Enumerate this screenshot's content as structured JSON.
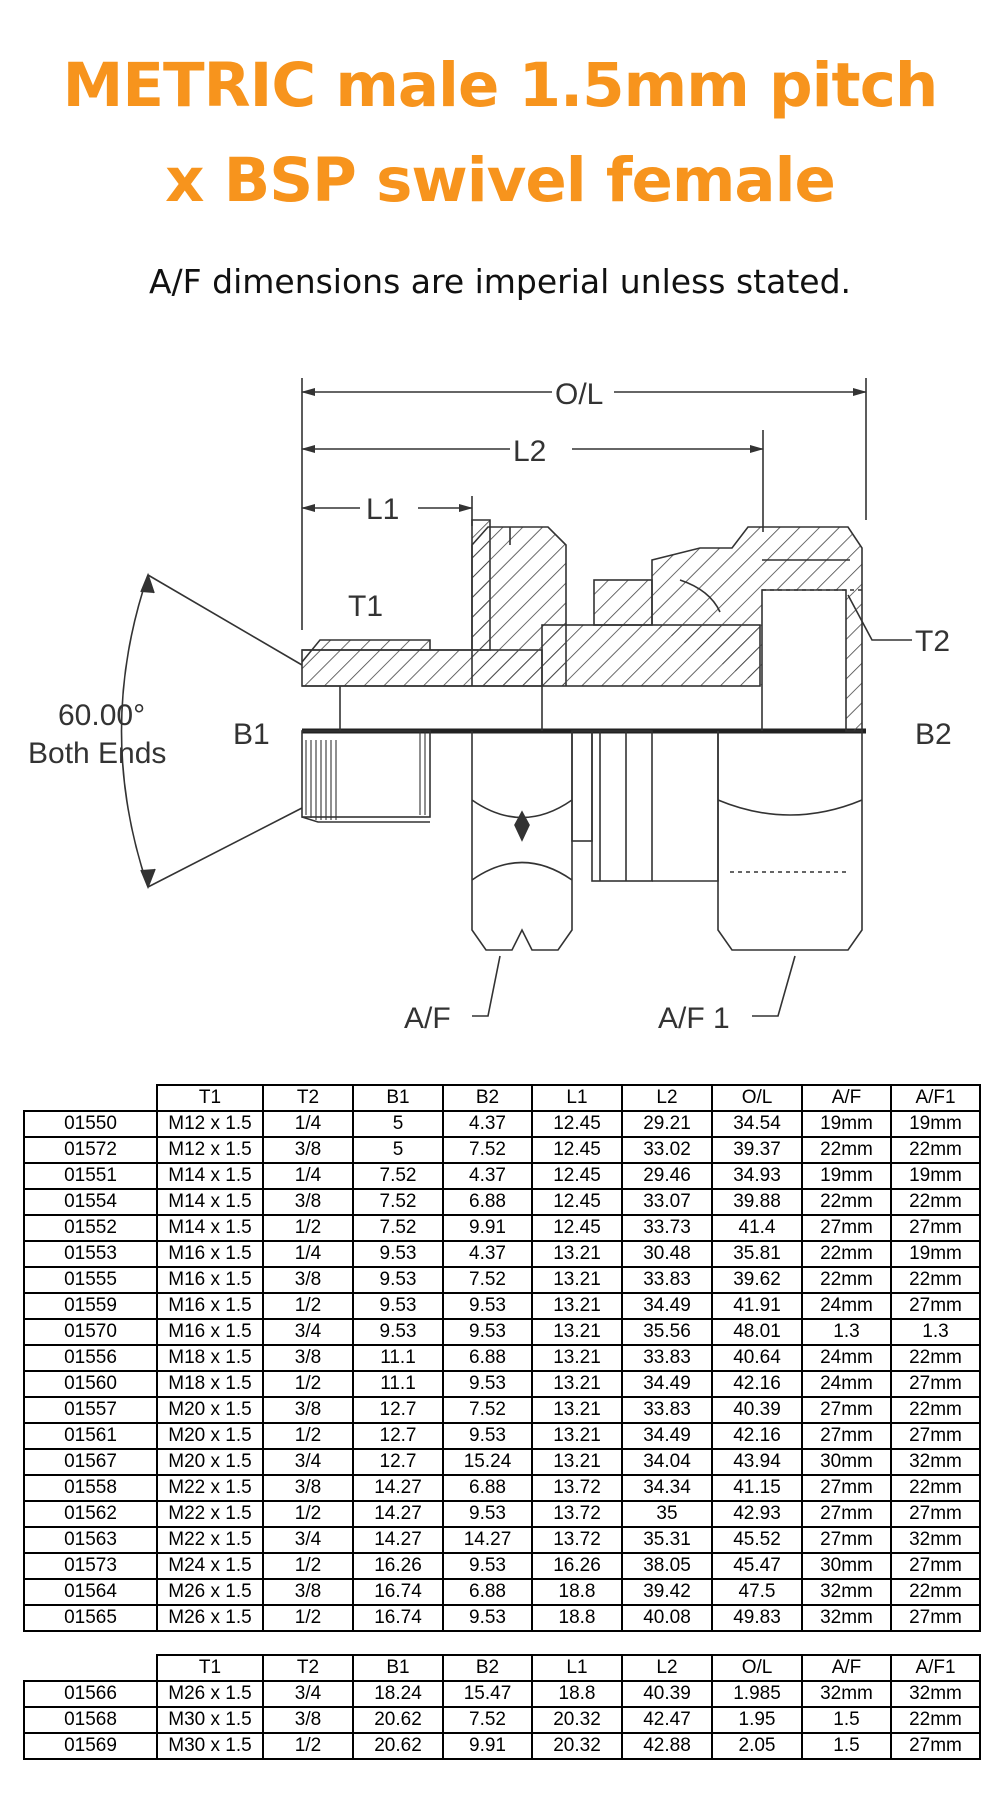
{
  "title": {
    "line1": "METRIC male 1.5mm pitch",
    "line2": "x BSP swivel female"
  },
  "subtitle": "A/F dimensions are imperial unless stated.",
  "diagram": {
    "labels": {
      "ol": "O/L",
      "l2": "L2",
      "l1": "L1",
      "t1": "T1",
      "t2": "T2",
      "b1": "B1",
      "b2": "B2",
      "angle_line1": "60.00°",
      "angle_line2": "Both Ends",
      "af": "A/F",
      "af1": "A/F 1"
    }
  },
  "table_headers": [
    "T1",
    "T2",
    "B1",
    "B2",
    "L1",
    "L2",
    "O/L",
    "A/F",
    "A/F1"
  ],
  "table1": [
    [
      "01550",
      "M12 x 1.5",
      "1/4",
      "5",
      "4.37",
      "12.45",
      "29.21",
      "34.54",
      "19mm",
      "19mm"
    ],
    [
      "01572",
      "M12 x 1.5",
      "3/8",
      "5",
      "7.52",
      "12.45",
      "33.02",
      "39.37",
      "22mm",
      "22mm"
    ],
    [
      "01551",
      "M14 x 1.5",
      "1/4",
      "7.52",
      "4.37",
      "12.45",
      "29.46",
      "34.93",
      "19mm",
      "19mm"
    ],
    [
      "01554",
      "M14 x 1.5",
      "3/8",
      "7.52",
      "6.88",
      "12.45",
      "33.07",
      "39.88",
      "22mm",
      "22mm"
    ],
    [
      "01552",
      "M14 x 1.5",
      "1/2",
      "7.52",
      "9.91",
      "12.45",
      "33.73",
      "41.4",
      "27mm",
      "27mm"
    ],
    [
      "01553",
      "M16 x 1.5",
      "1/4",
      "9.53",
      "4.37",
      "13.21",
      "30.48",
      "35.81",
      "22mm",
      "19mm"
    ],
    [
      "01555",
      "M16 x 1.5",
      "3/8",
      "9.53",
      "7.52",
      "13.21",
      "33.83",
      "39.62",
      "22mm",
      "22mm"
    ],
    [
      "01559",
      "M16 x 1.5",
      "1/2",
      "9.53",
      "9.53",
      "13.21",
      "34.49",
      "41.91",
      "24mm",
      "27mm"
    ],
    [
      "01570",
      "M16 x 1.5",
      "3/4",
      "9.53",
      "9.53",
      "13.21",
      "35.56",
      "48.01",
      "1.3",
      "1.3"
    ],
    [
      "01556",
      "M18 x 1.5",
      "3/8",
      "11.1",
      "6.88",
      "13.21",
      "33.83",
      "40.64",
      "24mm",
      "22mm"
    ],
    [
      "01560",
      "M18 x 1.5",
      "1/2",
      "11.1",
      "9.53",
      "13.21",
      "34.49",
      "42.16",
      "24mm",
      "27mm"
    ],
    [
      "01557",
      "M20 x 1.5",
      "3/8",
      "12.7",
      "7.52",
      "13.21",
      "33.83",
      "40.39",
      "27mm",
      "22mm"
    ],
    [
      "01561",
      "M20 x 1.5",
      "1/2",
      "12.7",
      "9.53",
      "13.21",
      "34.49",
      "42.16",
      "27mm",
      "27mm"
    ],
    [
      "01567",
      "M20 x 1.5",
      "3/4",
      "12.7",
      "15.24",
      "13.21",
      "34.04",
      "43.94",
      "30mm",
      "32mm"
    ],
    [
      "01558",
      "M22 x 1.5",
      "3/8",
      "14.27",
      "6.88",
      "13.72",
      "34.34",
      "41.15",
      "27mm",
      "22mm"
    ],
    [
      "01562",
      "M22 x 1.5",
      "1/2",
      "14.27",
      "9.53",
      "13.72",
      "35",
      "42.93",
      "27mm",
      "27mm"
    ],
    [
      "01563",
      "M22 x 1.5",
      "3/4",
      "14.27",
      "14.27",
      "13.72",
      "35.31",
      "45.52",
      "27mm",
      "32mm"
    ],
    [
      "01573",
      "M24 x 1.5",
      "1/2",
      "16.26",
      "9.53",
      "16.26",
      "38.05",
      "45.47",
      "30mm",
      "27mm"
    ],
    [
      "01564",
      "M26 x 1.5",
      "3/8",
      "16.74",
      "6.88",
      "18.8",
      "39.42",
      "47.5",
      "32mm",
      "22mm"
    ],
    [
      "01565",
      "M26 x 1.5",
      "1/2",
      "16.74",
      "9.53",
      "18.8",
      "40.08",
      "49.83",
      "32mm",
      "27mm"
    ]
  ],
  "table2": [
    [
      "01566",
      "M26 x 1.5",
      "3/4",
      "18.24",
      "15.47",
      "18.8",
      "40.39",
      "1.985",
      "32mm",
      "32mm"
    ],
    [
      "01568",
      "M30 x 1.5",
      "3/8",
      "20.62",
      "7.52",
      "20.32",
      "42.47",
      "1.95",
      "1.5",
      "22mm"
    ],
    [
      "01569",
      "M30 x 1.5",
      "1/2",
      "20.62",
      "9.91",
      "20.32",
      "42.88",
      "2.05",
      "1.5",
      "27mm"
    ]
  ]
}
